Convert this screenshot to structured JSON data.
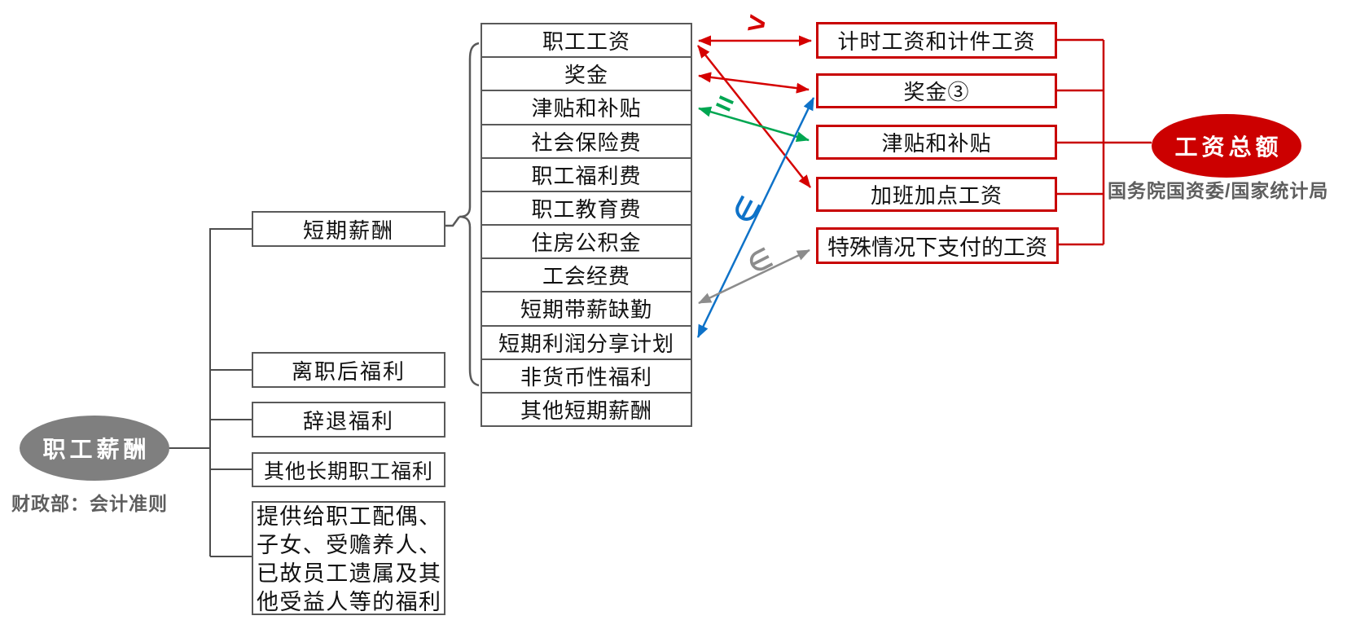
{
  "left": {
    "root": "职工薪酬",
    "caption": "财政部：会计准则",
    "items": [
      "短期薪酬",
      "离职后福利",
      "辞退福利",
      "其他长期职工福利",
      "提供给职工配偶、子女、受赡养人、已故员工遗属及其他受益人等的福利"
    ]
  },
  "middle": {
    "items": [
      "职工工资",
      "奖金",
      "津贴和补贴",
      "社会保险费",
      "职工福利费",
      "职工教育费",
      "住房公积金",
      "工会经费",
      "短期带薪缺勤",
      "短期利润分享计划",
      "非货币性福利",
      "其他短期薪酬"
    ]
  },
  "right": {
    "items": [
      "计时工资和计件工资",
      "奖金③",
      "津贴和补贴",
      "加班加点工资",
      "特殊情况下支付的工资"
    ],
    "root": "工资总额",
    "caption": "国务院国资委/国家统计局"
  },
  "relations": [
    {
      "from": "职工工资",
      "to": "计时工资和计件工资",
      "symbol": ">",
      "color": "#D50000"
    },
    {
      "from": "职工工资",
      "to": "加班加点工资",
      "symbol": "",
      "color": "#D50000"
    },
    {
      "from": "奖金",
      "to": "奖金③",
      "symbol": "",
      "color": "#D50000"
    },
    {
      "from": "津贴和补贴",
      "to": "津贴和补贴",
      "symbol": "=",
      "color": "#00A651"
    },
    {
      "from": "短期利润分享计划",
      "to": "奖金③",
      "symbol": "∈",
      "color": "#0E72C8"
    },
    {
      "from": "短期带薪缺勤",
      "to": "特殊情况下支付的工资",
      "symbol": "∈",
      "color": "#8C8C8C"
    }
  ],
  "colors": {
    "red_accent": "#C80000",
    "red_arrow": "#D50000",
    "green_arrow": "#00A651",
    "blue_arrow": "#0E72C8",
    "gray_arrow": "#8C8C8C",
    "gray_node": "#7F7F7F",
    "line_gray": "#595959"
  }
}
